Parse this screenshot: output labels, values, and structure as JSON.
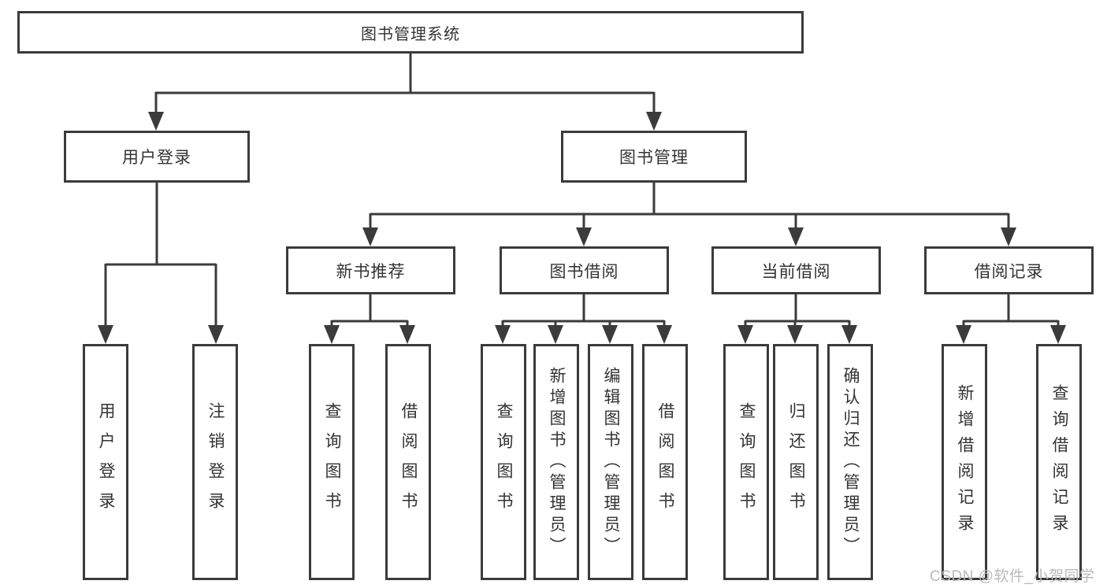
{
  "diagram": {
    "root_label": "图书管理系统",
    "user_login": {
      "label": "用户登录",
      "children": [
        "用户登录",
        "注销登录"
      ]
    },
    "book_management": {
      "label": "图书管理",
      "groups": [
        {
          "label": "新书推荐",
          "children": [
            "查询图书",
            "借阅图书"
          ]
        },
        {
          "label": "图书借阅",
          "children": [
            "查询图书",
            "新增图书（管理员）",
            "编辑图书（管理员）",
            "借阅图书"
          ]
        },
        {
          "label": "当前借阅",
          "children": [
            "查询图书",
            "归还图书",
            "确认归还（管理员）"
          ]
        },
        {
          "label": "借阅记录",
          "children": [
            "新增借阅记录",
            "查询借阅记录"
          ]
        }
      ]
    }
  },
  "watermark": {
    "text": "CSDN @软件_小贺同学"
  },
  "colors": {
    "line": "#3b3b3b",
    "box_border": "#3b3b3b",
    "text": "#333333",
    "background": "#ffffff",
    "watermark": "#b9b9b9"
  }
}
